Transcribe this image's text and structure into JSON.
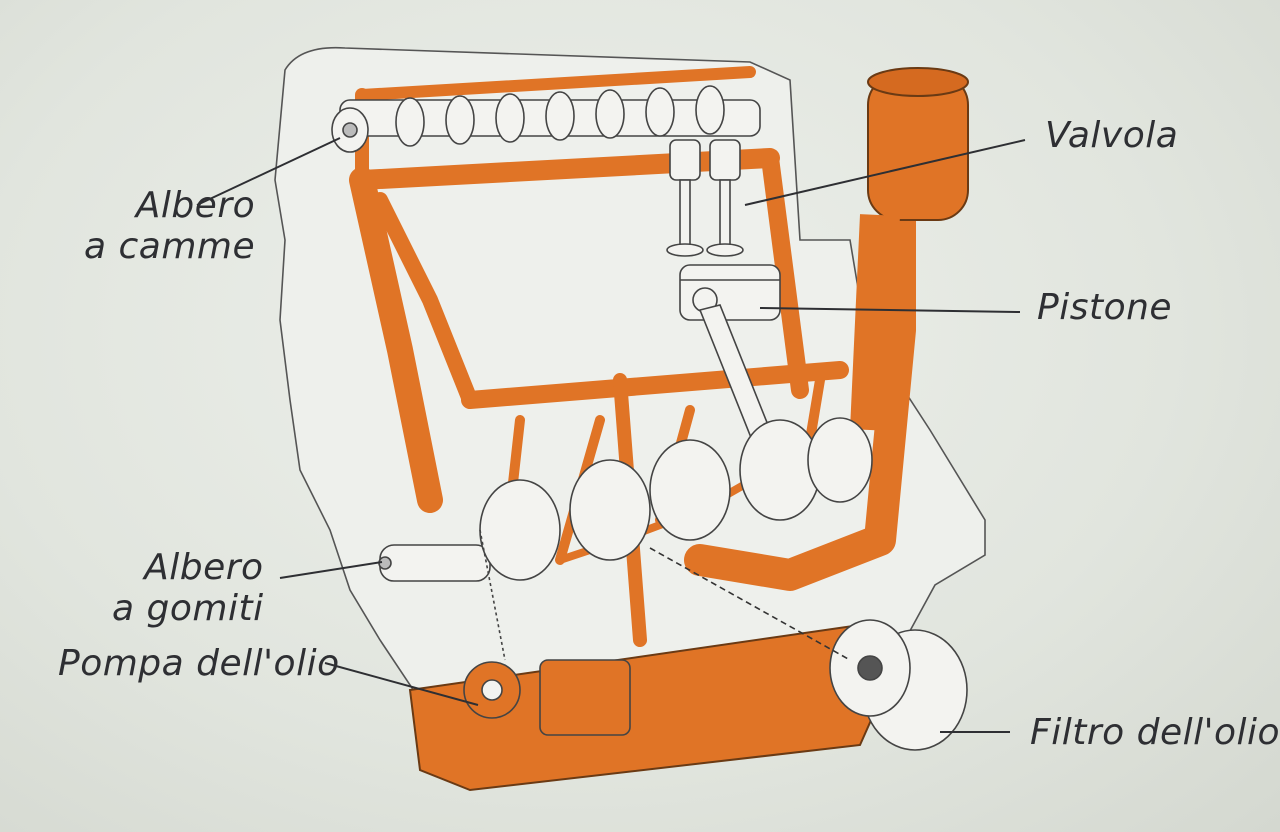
{
  "labels": {
    "camshaft_line1": "Albero",
    "camshaft_line2": "a camme",
    "valve": "Valvola",
    "piston": "Pistone",
    "crankshaft_line1": "Albero",
    "crankshaft_line2": "a gomiti",
    "oil_pump": "Pompa dell'olio",
    "oil_filter": "Filtro dell'olio"
  },
  "colors": {
    "oil_passage": "#e07426",
    "outline": "#3a3a3a",
    "label_text": "#2e2f33",
    "background": "#e4e8e1"
  }
}
